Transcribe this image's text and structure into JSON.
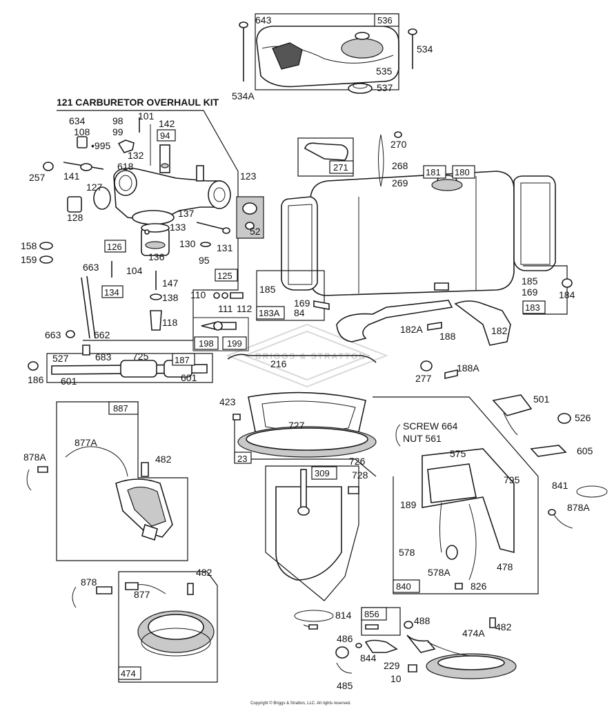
{
  "kit_title": "121 CARBURETOR OVERHAUL KIT",
  "watermark": "BRIGGS & STRATTON",
  "copyright": "Copyright © Briggs & Stratton, LLC. All rights reserved.",
  "screw_label": "SCREW 664",
  "nut_label": "NUT 561",
  "labels": {
    "l643": "643",
    "l536": "536",
    "l534": "534",
    "l535": "535",
    "l537": "537",
    "l534a": "534A",
    "l634": "634",
    "l108": "108",
    "l995": "•995",
    "l98": "98",
    "l99": "99",
    "l101": "101",
    "l142": "142",
    "l94": "94",
    "l132": "132",
    "l618": "618",
    "l141": "141",
    "l257": "257",
    "l127": "127",
    "l128": "128",
    "l137": "137",
    "l133": "133",
    "l123": "123",
    "l52": "52",
    "l126": "126",
    "l136": "136",
    "l130": "130",
    "l131": "131",
    "l95": "95",
    "l104": "104",
    "l158": "158",
    "l159": "159",
    "l663a": "663",
    "l134": "134",
    "l147": "147",
    "l138": "138",
    "l118": "118",
    "l125": "125",
    "l110": "110",
    "l111": "111",
    "l112": "112",
    "l198": "198",
    "l199": "199",
    "l663b": "663",
    "l662": "662",
    "l270": "270",
    "l271": "271",
    "l268": "268",
    "l269": "269",
    "l181": "181",
    "l180": "180",
    "l185a": "185",
    "l169a": "169",
    "l84": "84",
    "l183a": "183A",
    "l182a": "182A",
    "l188": "188",
    "l182": "182",
    "l185b": "185",
    "l169b": "169",
    "l184": "184",
    "l183": "183",
    "l527": "527",
    "l683": "683",
    "l725": "725",
    "l187": "187",
    "l186": "186",
    "l601a": "601",
    "l601b": "601",
    "l216": "216",
    "l277": "277",
    "l188a": "188A",
    "l887": "887",
    "l877a": "877A",
    "l482a": "482",
    "l878a": "878A",
    "l423": "423",
    "l727": "727",
    "l23": "23",
    "l726": "726",
    "l309": "309",
    "l728": "728",
    "l501": "501",
    "l526": "526",
    "l605": "605",
    "l575": "575",
    "l795": "795",
    "l189": "189",
    "l841": "841",
    "l878a2": "878A",
    "l578": "578",
    "l578a": "578A",
    "l478": "478",
    "l840": "840",
    "l826": "826",
    "l878": "878",
    "l877": "877",
    "l482b": "482",
    "l474": "474",
    "l814": "814",
    "l856": "856",
    "l488": "488",
    "l474a": "474A",
    "l482c": "482",
    "l486": "486",
    "l844": "844",
    "l485": "485",
    "l229": "229",
    "l10": "10"
  }
}
